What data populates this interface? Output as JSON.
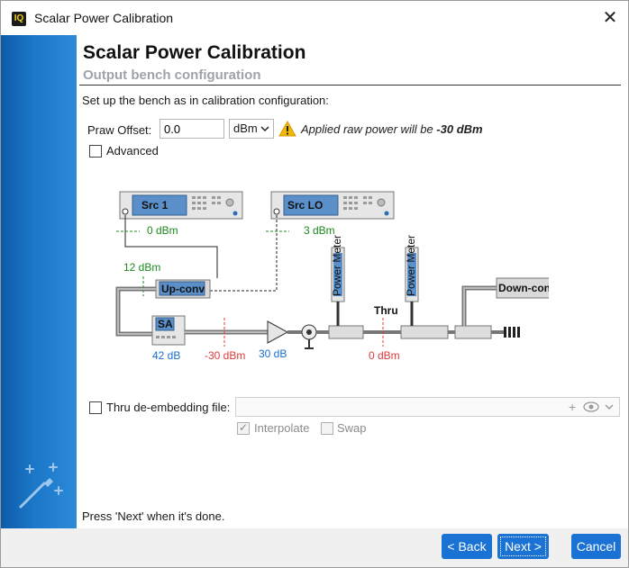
{
  "window": {
    "title": "Scalar Power Calibration",
    "app_icon": "IQ"
  },
  "header": {
    "title": "Scalar Power Calibration",
    "subtitle": "Output bench configuration"
  },
  "instruction": "Set up the bench as in calibration configuration:",
  "raw_offset": {
    "label": "Praw Offset:",
    "value": "0.0",
    "unit": "dBm",
    "warning_prefix": "Applied raw power will be ",
    "warning_value": "-30 dBm"
  },
  "advanced": {
    "label": "Advanced",
    "checked": false
  },
  "diagram": {
    "src1_label": "Src 1",
    "srclo_label": "Src LO",
    "src1_power": "0 dBm",
    "srclo_power": "3 dBm",
    "upconv_in_power": "12 dBm",
    "upconv_label": "Up-conv",
    "downconv_label": "Down-conv",
    "sa_label": "SA",
    "sa_gain": "42 dB",
    "attn_power": "-30 dBm",
    "amp_gain": "30 dB",
    "thru_label": "Thru",
    "thru_power": "0 dBm",
    "power_meter_1": "Power Meter",
    "power_meter_2": "Power Meter"
  },
  "thru_deembed": {
    "label": "Thru de-embedding file:",
    "checked": false,
    "value": ""
  },
  "interpolate": {
    "label": "Interpolate",
    "checked": true
  },
  "swap": {
    "label": "Swap",
    "checked": false
  },
  "footer_text": "Press 'Next' when it's done.",
  "buttons": {
    "back": "< Back",
    "next": "Next >",
    "cancel": "Cancel"
  },
  "colors": {
    "accent": "#1a73d4",
    "green": "#1d8a1d",
    "red": "#e03a3a",
    "blue": "#1a6fd0"
  },
  "icons": {
    "warning": "warning-triangle-icon",
    "wand": "magic-wand-icon",
    "eye": "eye-icon",
    "close": "close-icon"
  }
}
